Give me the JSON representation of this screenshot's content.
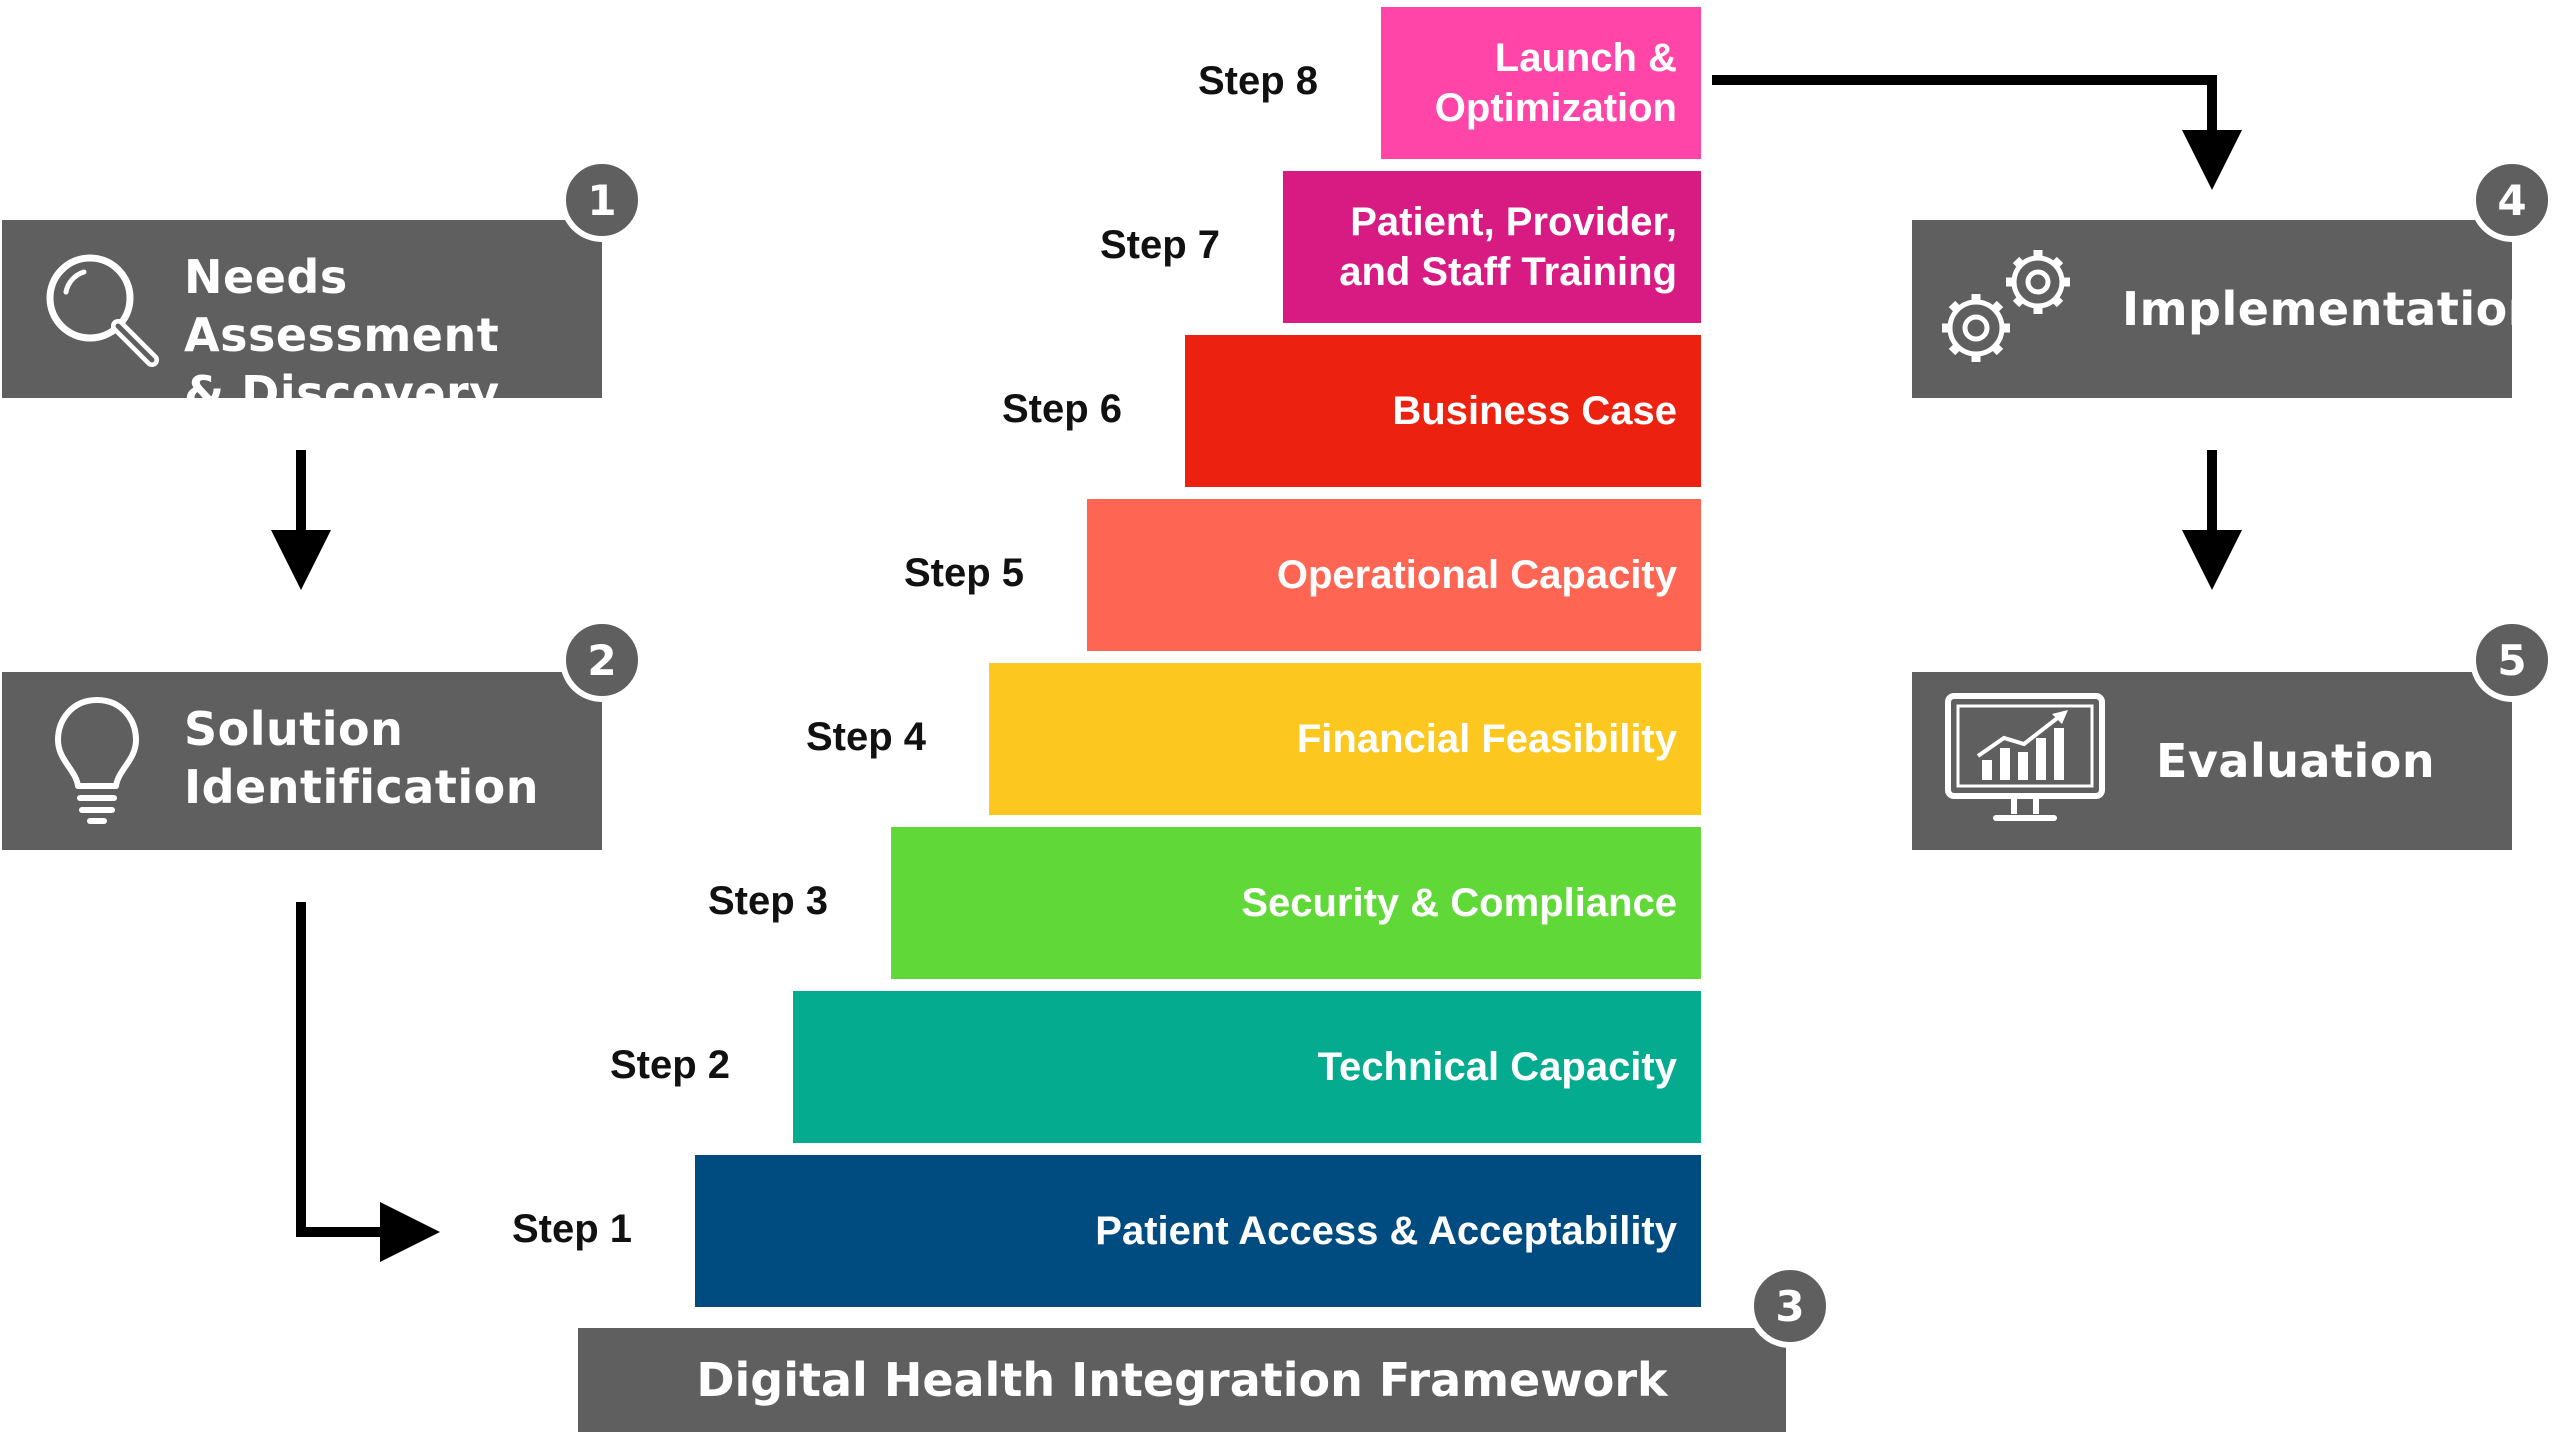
{
  "phases": [
    {
      "number": "1",
      "title_line1": "Needs Assessment",
      "title_line2": "&  Discovery",
      "icon": "magnifier-icon"
    },
    {
      "number": "2",
      "title_line1": "Solution",
      "title_line2": "Identification",
      "icon": "lightbulb-icon"
    },
    {
      "number": "3",
      "title": "Digital Health Integration Framework"
    },
    {
      "number": "4",
      "title": "Implementation",
      "icon": "gears-icon"
    },
    {
      "number": "5",
      "title": "Evaluation",
      "icon": "monitor-chart-icon"
    }
  ],
  "steps": [
    {
      "label": "Step 1",
      "title": "Patient Access & Acceptability",
      "color": "#004b7f"
    },
    {
      "label": "Step 2",
      "title": "Technical Capacity",
      "color": "#04ab8e"
    },
    {
      "label": "Step 3",
      "title": "Security & Compliance",
      "color": "#60d838"
    },
    {
      "label": "Step 4",
      "title": "Financial Feasibility",
      "color": "#fcc81f"
    },
    {
      "label": "Step 5",
      "title": "Operational Capacity",
      "color": "#fe6553"
    },
    {
      "label": "Step 6",
      "title": "Business Case",
      "color": "#ed210f"
    },
    {
      "label": "Step 7",
      "title": "Patient, Provider,\nand Staff Training",
      "color": "#d81b83"
    },
    {
      "label": "Step 8",
      "title": "Launch &\nOptimization",
      "color": "#ff45a8"
    }
  ],
  "colors": {
    "box": "#5f5f5f",
    "arrow": "#000000"
  }
}
